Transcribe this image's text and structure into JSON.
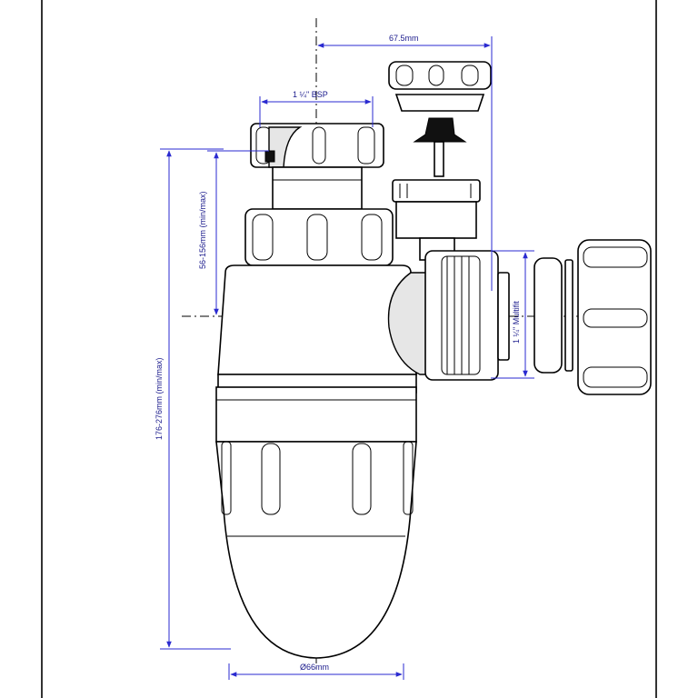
{
  "drawing": {
    "dimensions": {
      "outlet_offset": "67.5mm",
      "inlet_thread": "1 ¼\" BSP",
      "inlet_height": "56-156mm (min/max)",
      "overall_height": "176-276mm (min/max)",
      "outlet_size": "1 ¼\" Multifit",
      "body_diameter": "Ø66mm"
    },
    "colors": {
      "dimension": "#2a2ad0",
      "outline": "#000000",
      "shade": "#e6e6e6"
    }
  }
}
